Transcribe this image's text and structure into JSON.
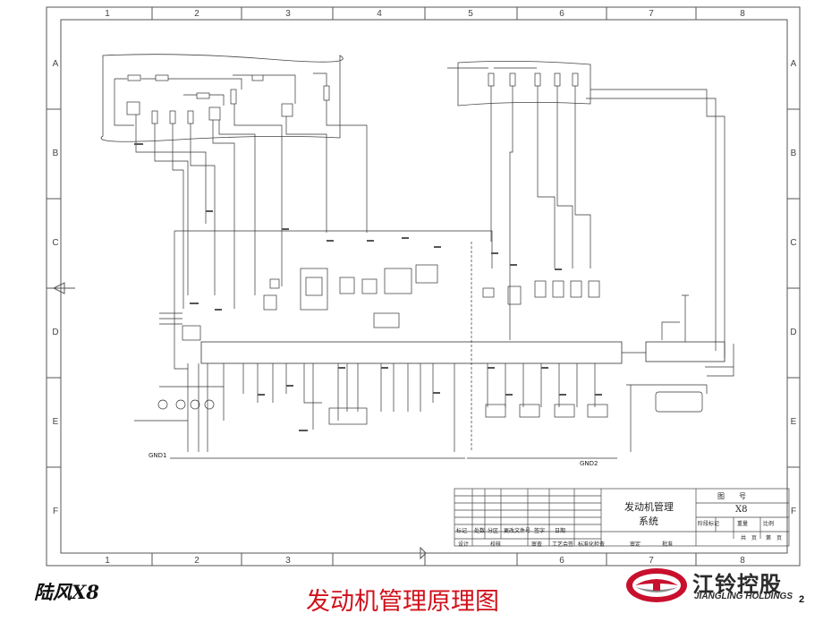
{
  "grid": {
    "columns": [
      "1",
      "2",
      "3",
      "4",
      "5",
      "6",
      "7",
      "8"
    ],
    "rows": [
      "A",
      "B",
      "C",
      "D",
      "E",
      "F"
    ]
  },
  "diagram": {
    "ground_labels": [
      "GND1",
      "GND2"
    ]
  },
  "title_block": {
    "system_name_line1": "发动机管理",
    "system_name_line2": "系统",
    "drawing_no_label": "图　　号",
    "drawing_no": "X8",
    "stage_mark": "阶段标记",
    "weight": "重量",
    "scale": "比例",
    "sheet_total": "共　页",
    "sheet_num": "第　页",
    "row1": [
      "标记",
      "处数",
      "分区",
      "更改文件号",
      "签字",
      "日期"
    ],
    "row2": [
      "设计",
      "校核",
      "审查",
      "工艺会签",
      "标准化检查",
      "审定",
      "批准"
    ]
  },
  "footer": {
    "model": "陆风X8",
    "title": "发动机管理原理图",
    "brand_cn": "江铃控股",
    "brand_en": "JIANGLING HOLDINGS",
    "page": "2"
  },
  "colors": {
    "title_red": "#d0111b",
    "logo_red": "#c8102e",
    "line": "#333333"
  }
}
